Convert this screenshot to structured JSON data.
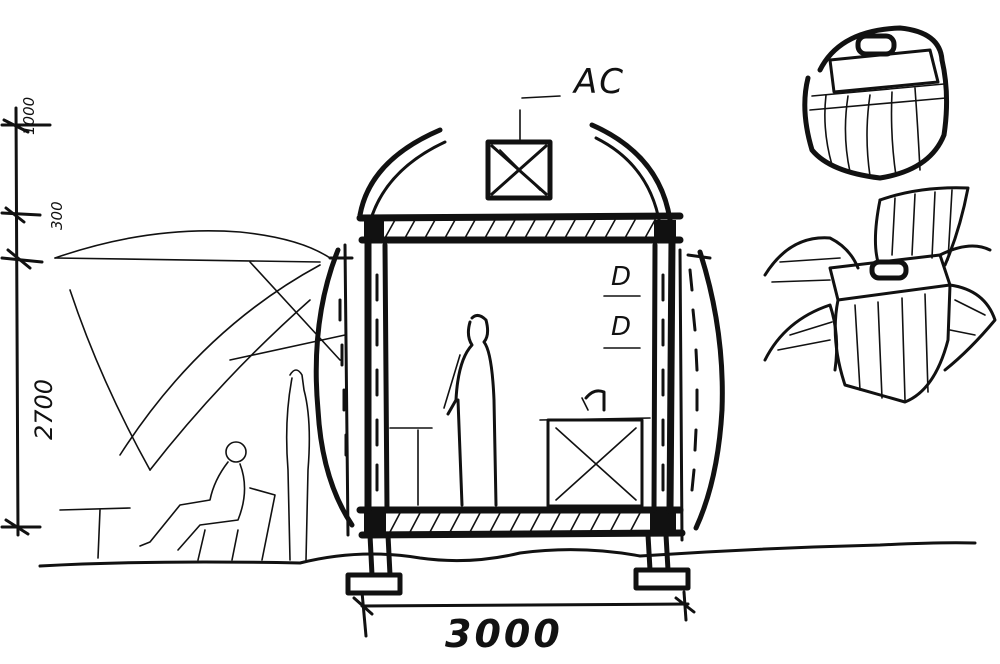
{
  "annotations": {
    "ac_label": "AC",
    "dim_top_1": "1000",
    "dim_top_2": "300",
    "dim_height": "2700",
    "dim_width": "3000",
    "label_d_1": "D",
    "label_d_2": "D"
  },
  "colors": {
    "ink": "#111111",
    "paper": "#ffffff"
  }
}
